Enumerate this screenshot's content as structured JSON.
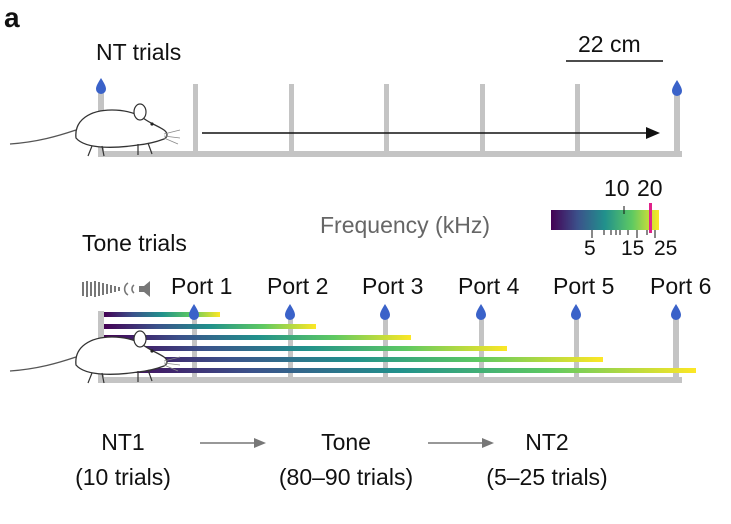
{
  "panel_label": "a",
  "nt_section": {
    "title": "NT trials",
    "scale_bar_label": "22 cm"
  },
  "frequency_bar": {
    "label": "Frequency (kHz)",
    "ticks_top": [
      "10",
      "20"
    ],
    "ticks_bottom": [
      "5",
      "15",
      "25"
    ],
    "marker_color": "#e0218a"
  },
  "tone_section": {
    "title": "Tone trials",
    "ports": [
      "Port 1",
      "Port 2",
      "Port 3",
      "Port 4",
      "Port 5",
      "Port 6"
    ]
  },
  "flow": {
    "steps": [
      {
        "name": "NT1",
        "detail": "(10 trials)"
      },
      {
        "name": "Tone",
        "detail": "(80–90 trials)"
      },
      {
        "name": "NT2",
        "detail": "(5–25 trials)"
      }
    ]
  },
  "colors": {
    "track": "#c4c4c4",
    "water_drop": "#3a62c9",
    "viridis": [
      "#440154",
      "#3b528b",
      "#21918c",
      "#5ec962",
      "#fde725"
    ]
  },
  "icons": [
    "water-drop-icon",
    "mouse-icon",
    "speaker-icon",
    "sound-wave-icon",
    "arrow-icon"
  ]
}
